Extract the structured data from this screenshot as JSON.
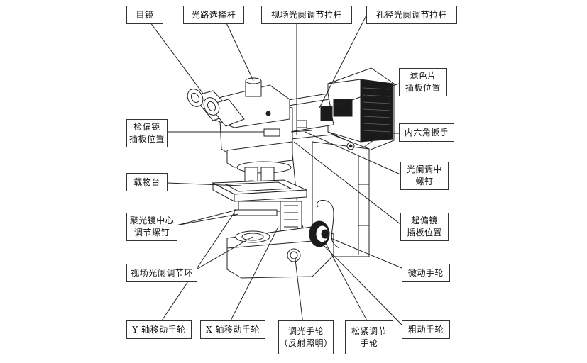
{
  "labels": {
    "eyepiece": "目镜",
    "light_path": "光路选择杆",
    "field_lever": "视场光阑调节拉杆",
    "aperture_lever": "孔径光阑调节拉杆",
    "filter_1": "滤色片",
    "filter_2": "插板位置",
    "hex_wrench": "内六角扳手",
    "analyzer_1": "检偏镜",
    "analyzer_2": "插板位置",
    "diaphragm_screw_1": "光阑调中",
    "diaphragm_screw_2": "螺钉",
    "stage": "载物台",
    "condenser_1": "聚光镜中心",
    "condenser_2": "调节螺钉",
    "polarizer_1": "起偏镜",
    "polarizer_2": "插板位置",
    "field_ring": "视场光阑调节环",
    "fine_knob": "微动手轮",
    "y_knob": "Y 轴移动手轮",
    "x_knob": "X 轴移动手轮",
    "dimmer_1": "调光手轮",
    "dimmer_2": "（反射照明）",
    "tension_1": "松紧调节",
    "tension_2": "手轮",
    "coarse_knob": "粗动手轮"
  },
  "colors": {
    "line": "#222222",
    "box_border": "#333333",
    "fill_dark": "#1a1a1a"
  }
}
